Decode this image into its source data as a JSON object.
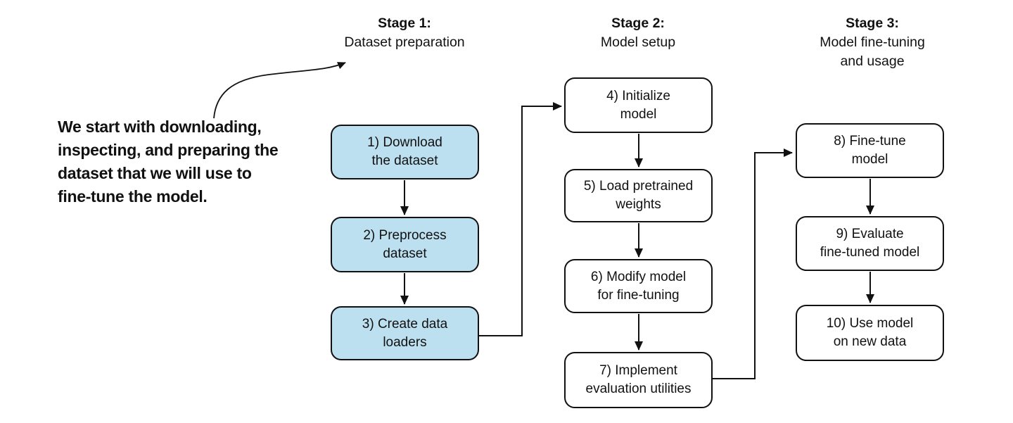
{
  "annotation": {
    "lines": [
      "We start with downloading,",
      "inspecting, and preparing the",
      "dataset that we will use to",
      "fine-tune the model."
    ]
  },
  "stages": [
    {
      "title": "Stage 1:",
      "subtitle_lines": [
        "Dataset preparation"
      ]
    },
    {
      "title": "Stage 2:",
      "subtitle_lines": [
        "Model setup"
      ]
    },
    {
      "title": "Stage 3:",
      "subtitle_lines": [
        "Model fine-tuning",
        "and usage"
      ]
    }
  ],
  "boxes": [
    {
      "stage": 1,
      "variant": "blue",
      "label_lines": [
        "1) Download",
        "the dataset"
      ]
    },
    {
      "stage": 1,
      "variant": "blue",
      "label_lines": [
        "2) Preprocess",
        "dataset"
      ]
    },
    {
      "stage": 1,
      "variant": "blue",
      "label_lines": [
        "3) Create data",
        "loaders"
      ]
    },
    {
      "stage": 2,
      "variant": "white",
      "label_lines": [
        "4) Initialize",
        "model"
      ]
    },
    {
      "stage": 2,
      "variant": "white",
      "label_lines": [
        "5) Load pretrained",
        "weights"
      ]
    },
    {
      "stage": 2,
      "variant": "white",
      "label_lines": [
        "6) Modify model",
        "for fine-tuning"
      ]
    },
    {
      "stage": 2,
      "variant": "white",
      "label_lines": [
        "7) Implement",
        "evaluation utilities"
      ]
    },
    {
      "stage": 3,
      "variant": "white",
      "label_lines": [
        "8) Fine-tune",
        "model"
      ]
    },
    {
      "stage": 3,
      "variant": "white",
      "label_lines": [
        "9) Evaluate",
        "fine-tuned model"
      ]
    },
    {
      "stage": 3,
      "variant": "white",
      "label_lines": [
        "10) Use model",
        "on new data"
      ]
    }
  ],
  "colors": {
    "highlight_blue": "#BDE0F1",
    "box_border": "#111111",
    "arrow": "#111111",
    "text": "#111111",
    "background": "#FFFFFF"
  }
}
